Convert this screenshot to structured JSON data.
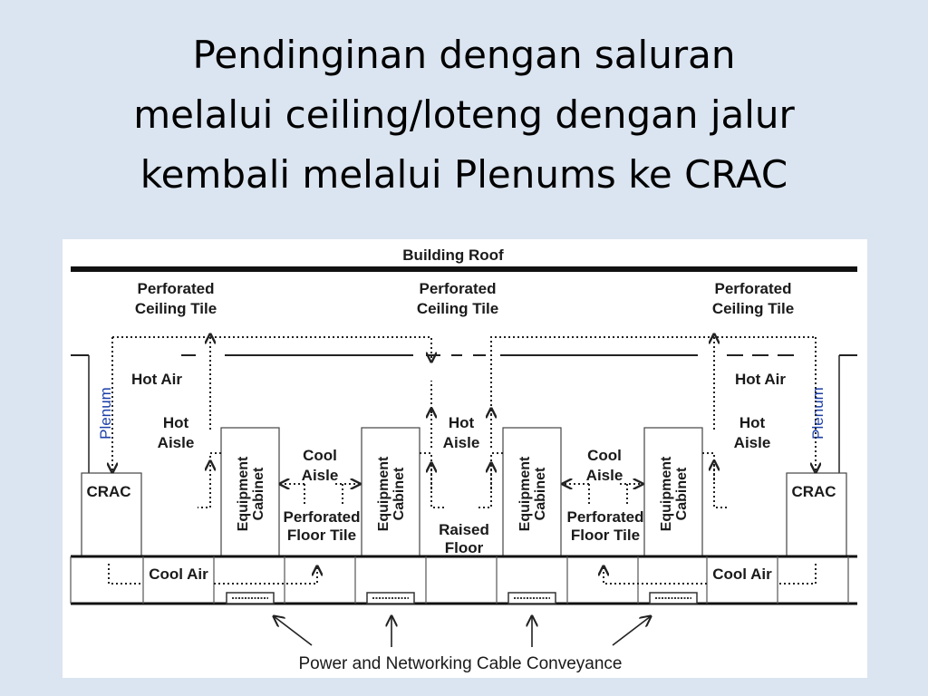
{
  "slide": {
    "title_lines": [
      "Pendinginan dengan saluran",
      "melalui ceiling/loteng dengan jalur",
      "kembali melalui Plenums ke CRAC"
    ]
  },
  "diagram": {
    "building_roof": "Building Roof",
    "perforated_ceiling_tile": [
      "Perforated",
      "Ceiling Tile"
    ],
    "plenum": "Plenum",
    "hot_air": "Hot Air",
    "hot_aisle": [
      "Hot",
      "Aisle"
    ],
    "cool_aisle": [
      "Cool",
      "Aisle"
    ],
    "crac": "CRAC",
    "equipment_cabinet": [
      "Equipment",
      "Cabinet"
    ],
    "perforated_floor_tile": [
      "Perforated",
      "Floor Tile"
    ],
    "raised_floor": [
      "Raised",
      "Floor"
    ],
    "cool_air": "Cool Air",
    "cable_conveyance": "Power and Networking Cable Conveyance"
  }
}
